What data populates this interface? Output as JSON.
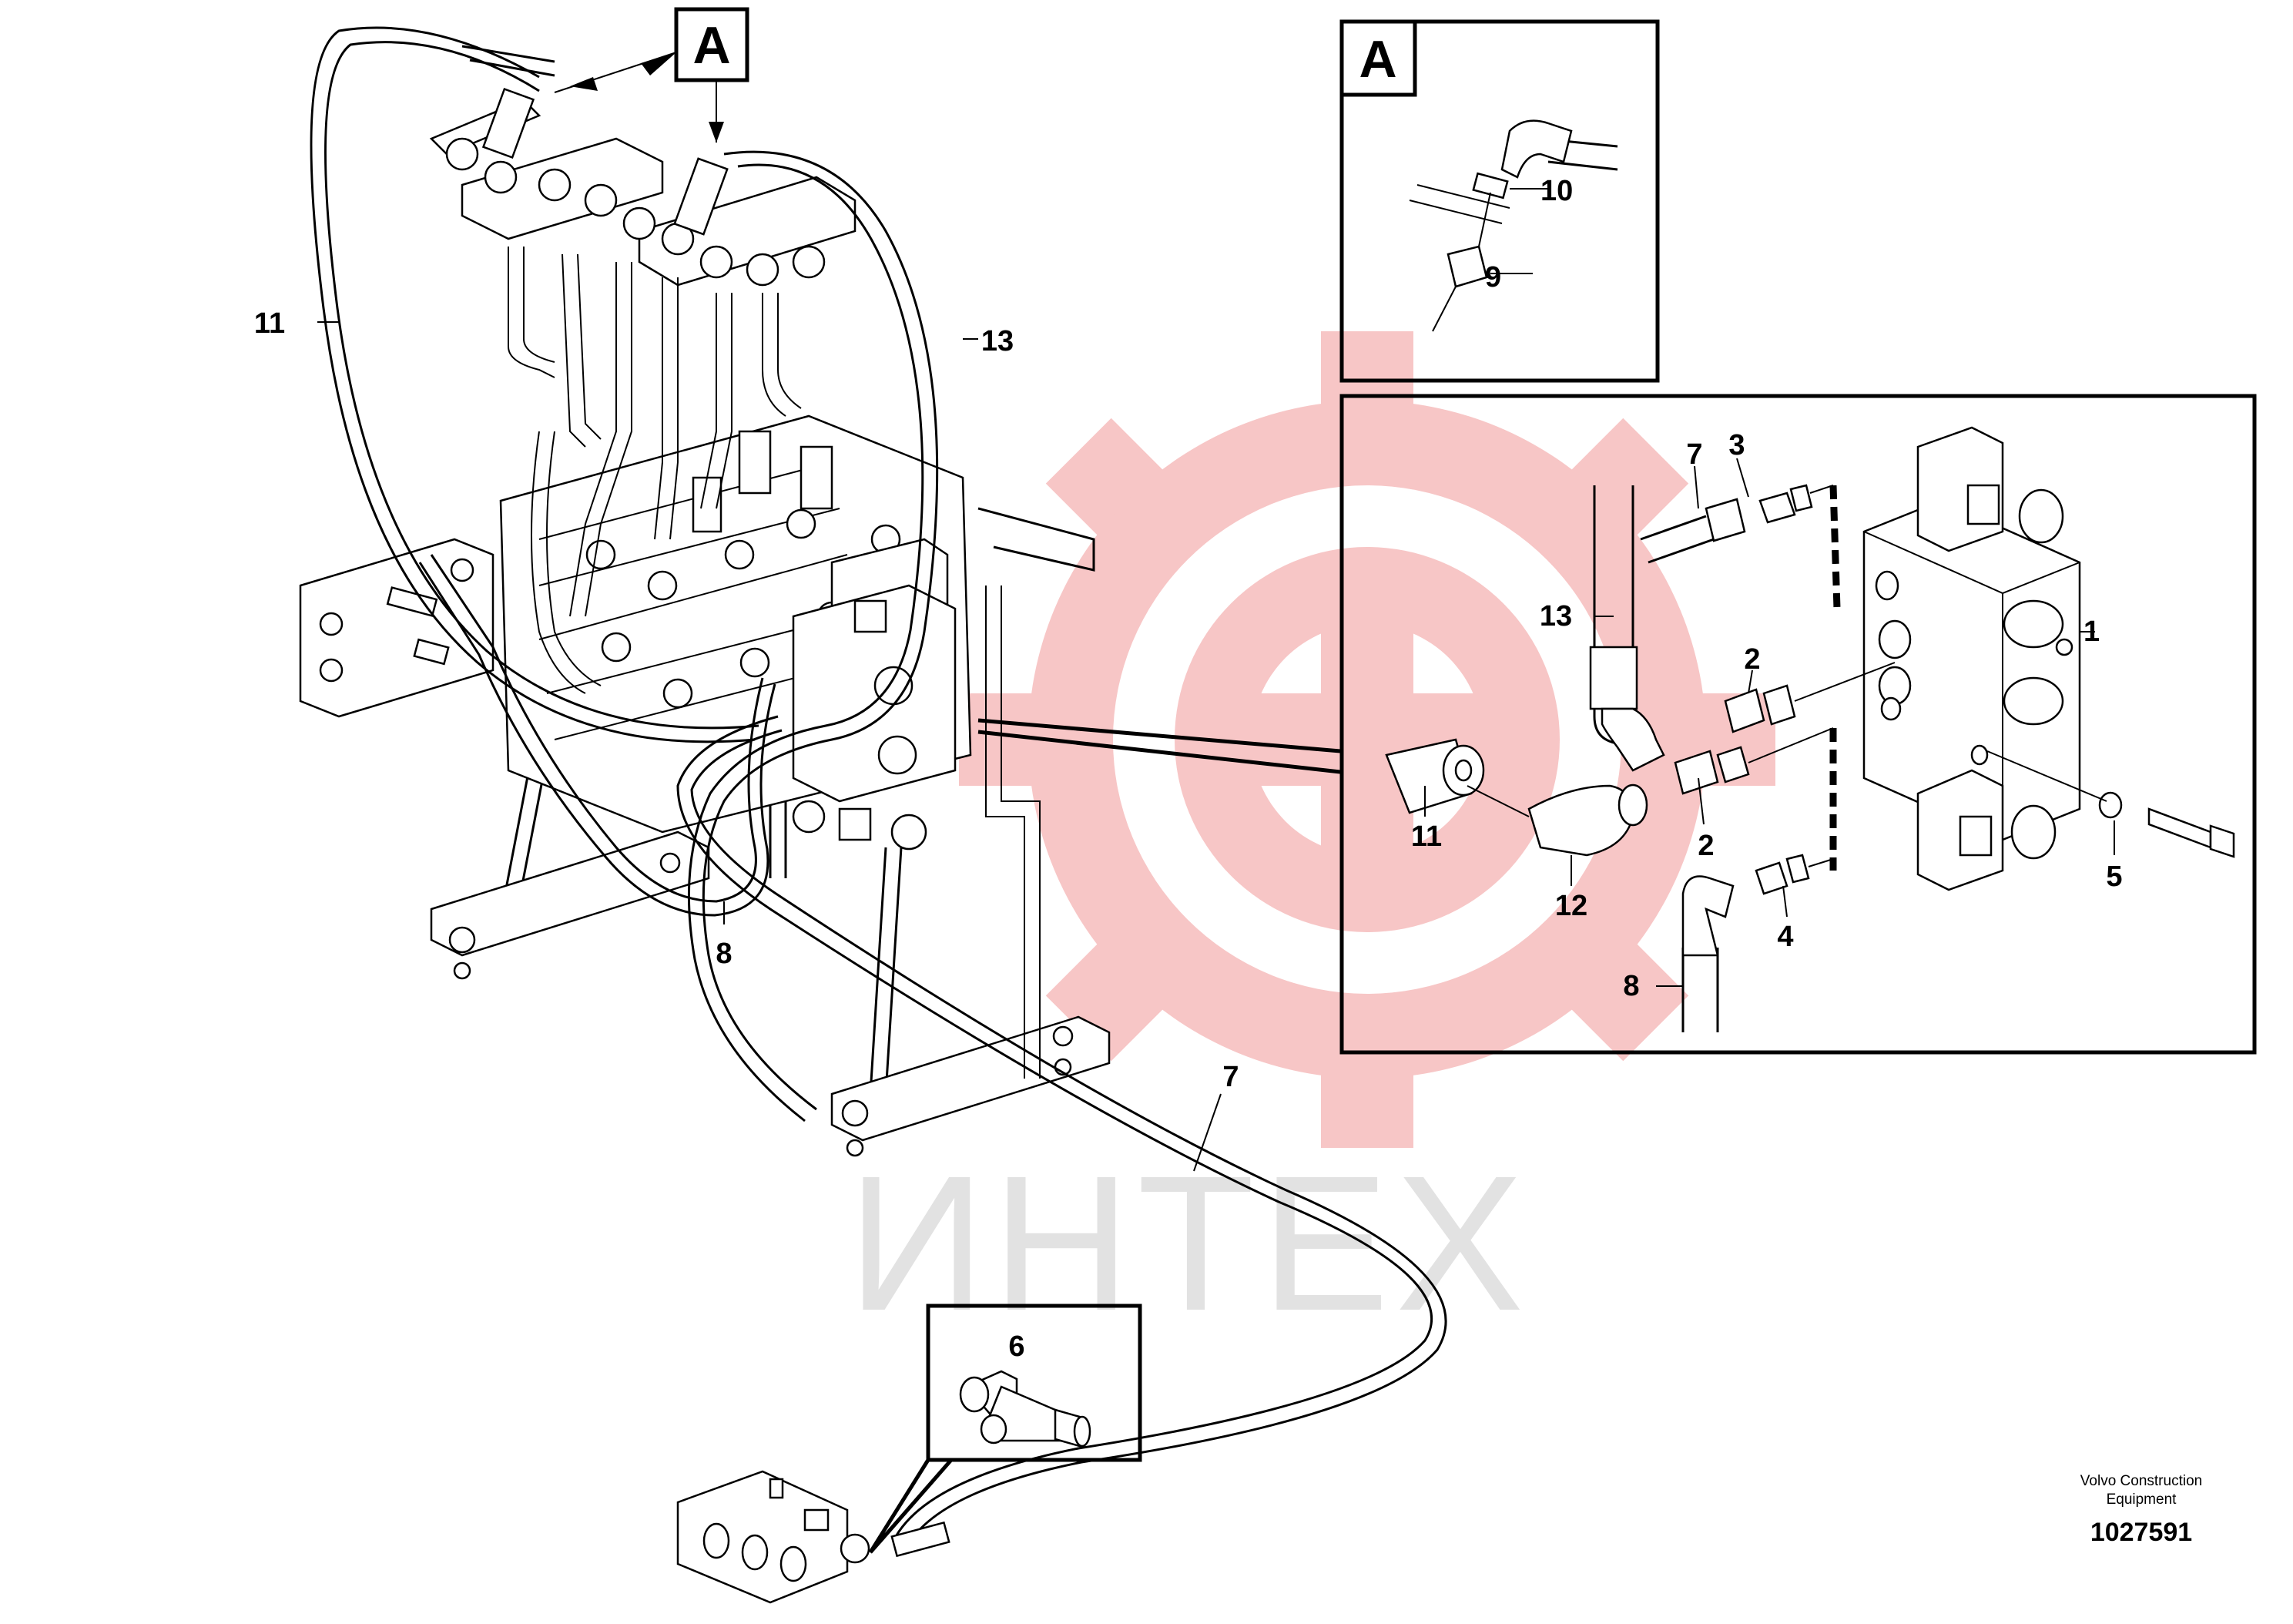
{
  "watermark": {
    "text": "ИНТЕХ",
    "logo_color": "#f7c6c6",
    "text_color": "#e2e2e2"
  },
  "detail_labels": {
    "top_arrow_letter": "A",
    "inset_a_letter": "A"
  },
  "callouts": {
    "main": {
      "c11": "11",
      "c13": "13",
      "c8": "8",
      "c7": "7",
      "c6": "6"
    },
    "inset_a": {
      "c10": "10",
      "c9": "9"
    },
    "inset_valve": {
      "c1": "1",
      "c2a": "2",
      "c2b": "2",
      "c3": "3",
      "c4": "4",
      "c5": "5",
      "c7": "7",
      "c8": "8",
      "c11": "11",
      "c12": "12",
      "c13": "13"
    }
  },
  "credit": {
    "line1": "Volvo Construction",
    "line2": "Equipment",
    "doc_number": "1027591"
  }
}
